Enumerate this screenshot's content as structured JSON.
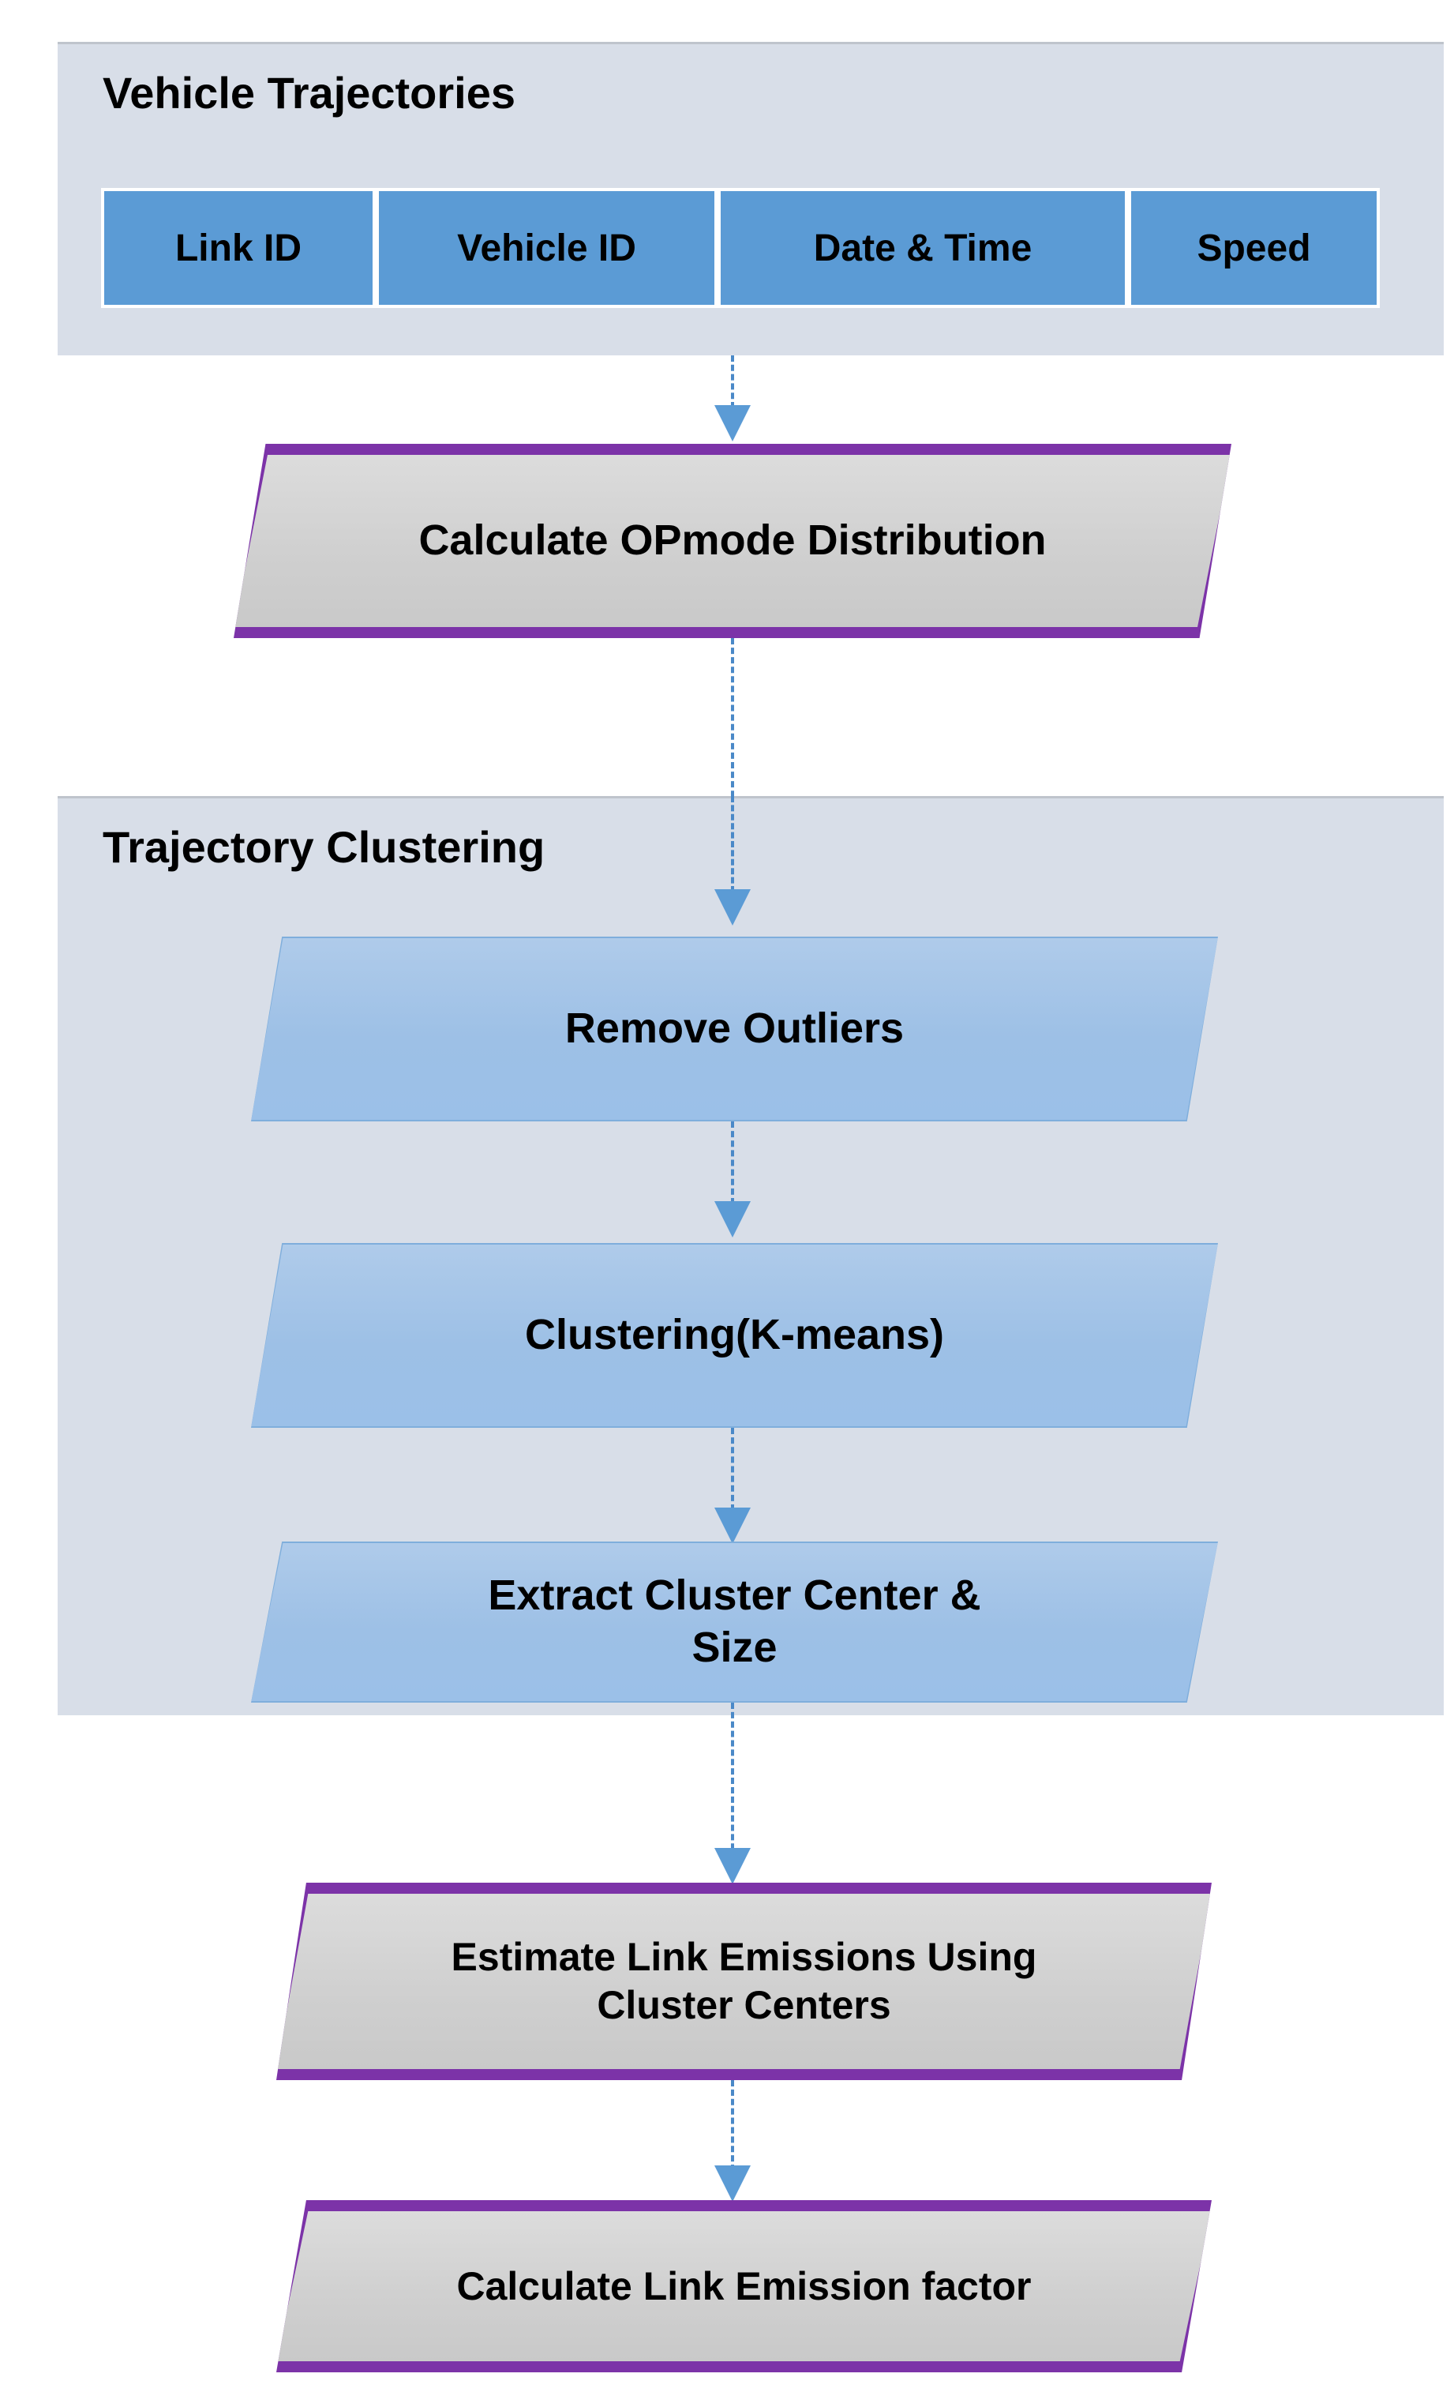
{
  "diagram": {
    "title": "Vehicle trajectory clustering emission estimation workflow",
    "colors": {
      "panel_fill": "#D8DEE8",
      "table_cell_fill": "#5B9BD5",
      "grey_shape_fill": "#D0D0D0",
      "grey_shape_border": "#7C33A8",
      "blue_shape_fill": "#9DC0E6",
      "blue_shape_border": "#7FAEDC",
      "connector": "#4A89C8",
      "text": "#000000"
    }
  },
  "groups": {
    "vehicle_trajectories": {
      "title": "Vehicle Trajectories",
      "table": {
        "columns": [
          "Link ID",
          "Vehicle ID",
          "Date & Time",
          "Speed"
        ]
      }
    },
    "trajectory_clustering": {
      "title": "Trajectory Clustering"
    }
  },
  "nodes": {
    "calculate_opmode": {
      "label": "Calculate OPmode Distribution",
      "type": "process-grey"
    },
    "remove_outliers": {
      "label": "Remove  Outliers",
      "type": "process-blue"
    },
    "clustering_kmeans": {
      "label": "Clustering(K-means)",
      "type": "process-blue"
    },
    "extract_cluster": {
      "label": "Extract Cluster Center & Size",
      "type": "process-blue"
    },
    "estimate_emissions": {
      "label": "Estimate Link Emissions Using Cluster Centers",
      "type": "process-grey"
    },
    "calculate_factor": {
      "label": "Calculate Link Emission factor",
      "type": "process-grey"
    }
  },
  "connectors": [
    {
      "from": "vehicle_trajectories",
      "to": "calculate_opmode",
      "style": "dashed-arrow"
    },
    {
      "from": "calculate_opmode",
      "to": "remove_outliers",
      "style": "dashed-arrow"
    },
    {
      "from": "remove_outliers",
      "to": "clustering_kmeans",
      "style": "dashed-arrow"
    },
    {
      "from": "clustering_kmeans",
      "to": "extract_cluster",
      "style": "dashed-arrow"
    },
    {
      "from": "extract_cluster",
      "to": "estimate_emissions",
      "style": "dashed-arrow"
    },
    {
      "from": "estimate_emissions",
      "to": "calculate_factor",
      "style": "dashed-arrow"
    }
  ]
}
